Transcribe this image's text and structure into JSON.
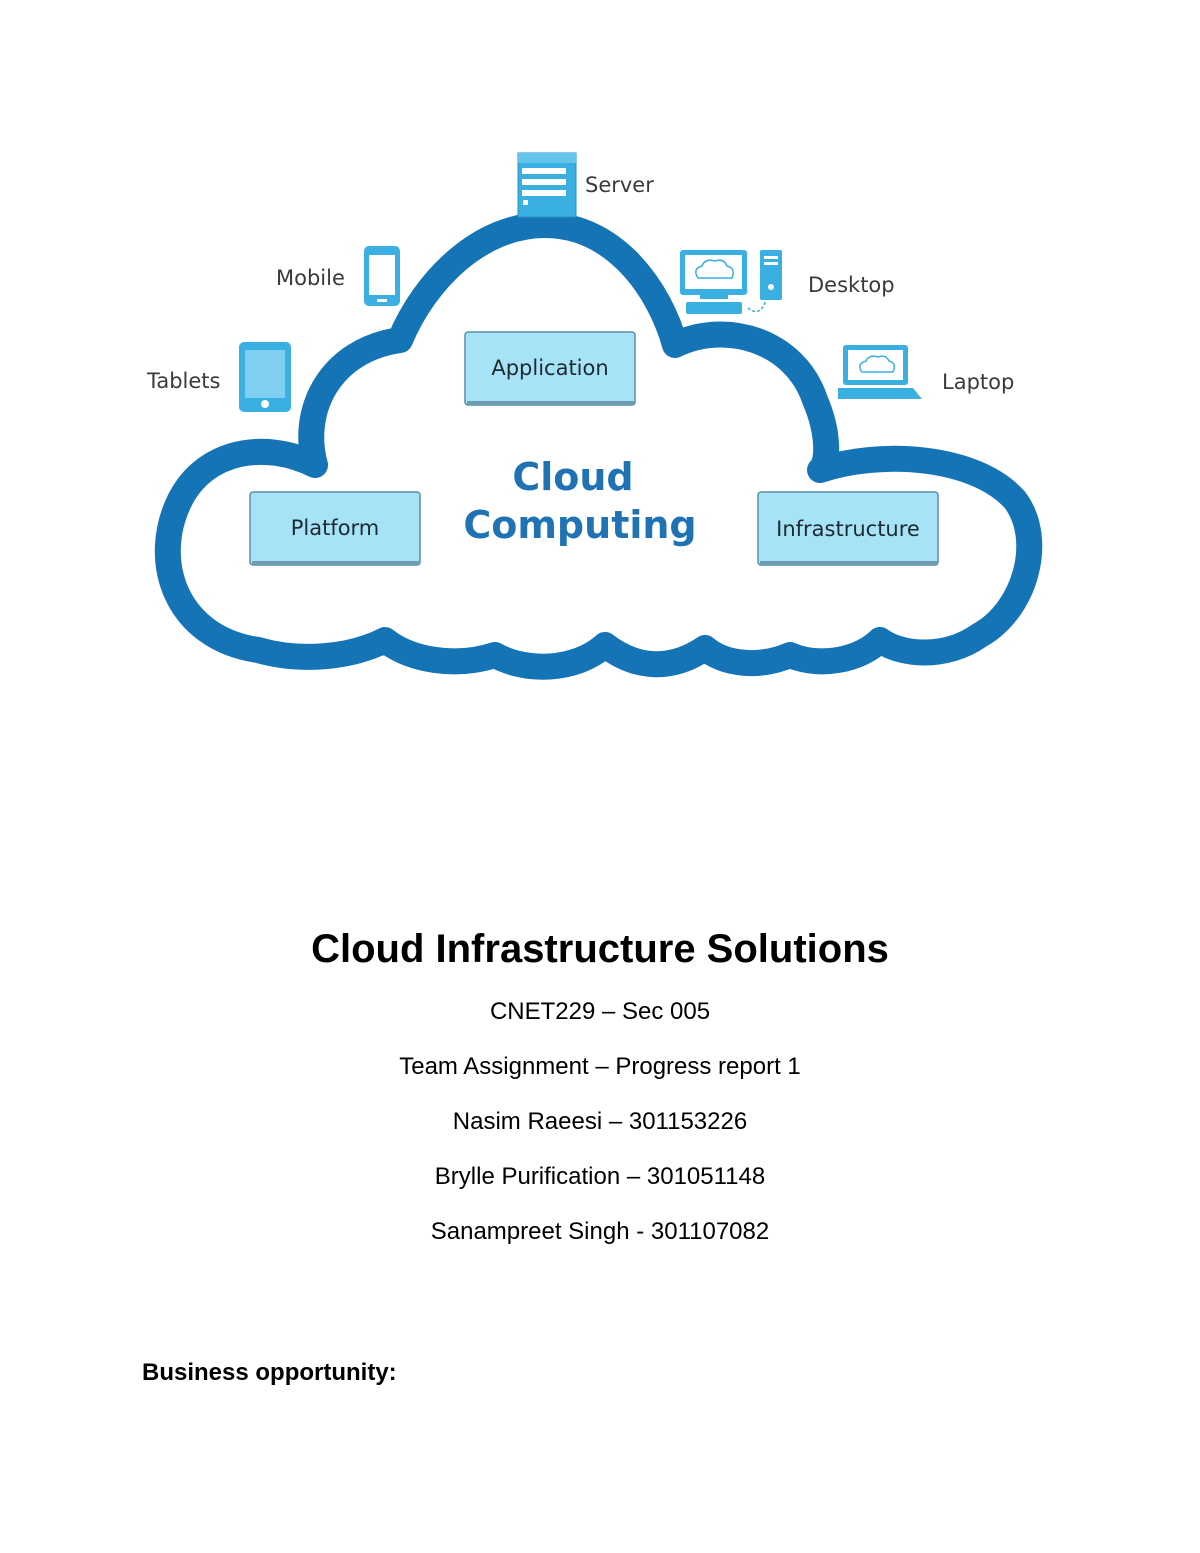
{
  "figure": {
    "cloud_title_line1": "Cloud",
    "cloud_title_line2": "Computing",
    "boxes": {
      "application": "Application",
      "platform": "Platform",
      "infrastructure": "Infrastructure"
    },
    "devices": {
      "server": "Server",
      "mobile": "Mobile",
      "desktop": "Desktop",
      "tablets": "Tablets",
      "laptop": "Laptop"
    },
    "colors": {
      "cloud_outline": "#1574b6",
      "box_fill": "#a6e3f7",
      "icon_blue": "#3ab0e2",
      "title_blue": "#1f73b5"
    }
  },
  "document": {
    "title": "Cloud Infrastructure Solutions",
    "course": "CNET229 – Sec 005",
    "assignment": "Team Assignment – Progress report 1",
    "members": [
      "Nasim Raeesi – 301153226",
      "Brylle Purification – 301051148",
      "Sanampreet Singh - 301107082"
    ],
    "section_heading": "Business opportunity:"
  }
}
